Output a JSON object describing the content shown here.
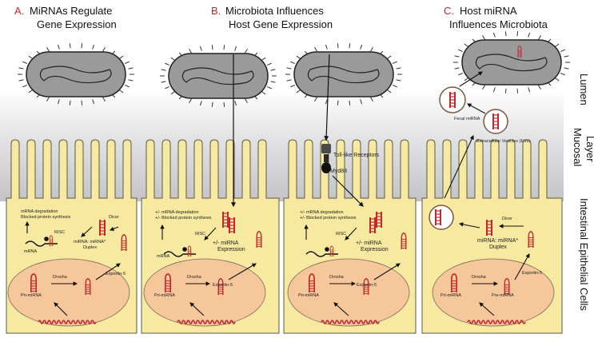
{
  "panels": [
    {
      "letter": "A.",
      "title_lines": [
        "MiRNAs Regulate",
        "Gene Expression"
      ]
    },
    {
      "letter": "B.",
      "title_lines": [
        "Microbiota Influences",
        "Host Gene Expression"
      ]
    },
    {
      "letter": "C.",
      "title_lines": [
        "Host miRNA",
        "Influences Microbiota"
      ]
    }
  ],
  "side_labels": {
    "lumen": "Lumen",
    "mucosal": [
      "Mucosal",
      "Layer"
    ],
    "epithelial": "Intestinal Epithelial Cells"
  },
  "cell_a": {
    "outcome": [
      "mRNA degradation",
      "Blocked protein synthesis"
    ],
    "risc": "RISC",
    "dicer": "Dicer",
    "duplex": [
      "miRNA: miRNA*",
      "Duplex"
    ],
    "mrna": "mRNA",
    "exportin": "Exportin-5",
    "drosha": "Drosha",
    "pri": "Pri-miRNA"
  },
  "cell_b1": {
    "outcome": [
      "+/- mRNA degradation",
      "+/- Blocked protein synthesis"
    ],
    "risc": "RISC",
    "expression": [
      "+/- miRNA",
      "Expression"
    ],
    "mrna": "mRNA",
    "exportin": "Exportin-5",
    "drosha": "Drosha",
    "pri": "Pri-miRNA"
  },
  "cell_b2": {
    "tlr": "Toll-like Receptors",
    "myd88": "Myd88",
    "outcome": [
      "+/- mRNA degradation",
      "+/- Blocked protein synthesis"
    ],
    "risc": "RISC",
    "expression": [
      "+/- miRNA",
      "Expression"
    ],
    "exportin": "Exportin-5",
    "drosha": "Drosha",
    "pri": "Pri-miRNA"
  },
  "cell_c": {
    "fecal": "Fecal miRNA",
    "ev": "Extracellular Vesicles (EVs)",
    "dicer": "Dicer",
    "duplex": [
      "miRNA: miRNA*",
      "Duplex"
    ],
    "exportin": "Exportin-5",
    "drosha": "Drosha",
    "pri": "Pri-miRNA",
    "pre": "Pre-miRNA"
  },
  "colors": {
    "cell": "#f7e9a0",
    "cell_stroke": "#5a5a4a",
    "nucleus": "#f6c79a",
    "rna": "#c0282d",
    "bacterium": "#9a9a9a",
    "mucus_top": "#ffffff",
    "mucus_bottom": "#cfcfd2",
    "accent_letter": "#c0282d"
  }
}
